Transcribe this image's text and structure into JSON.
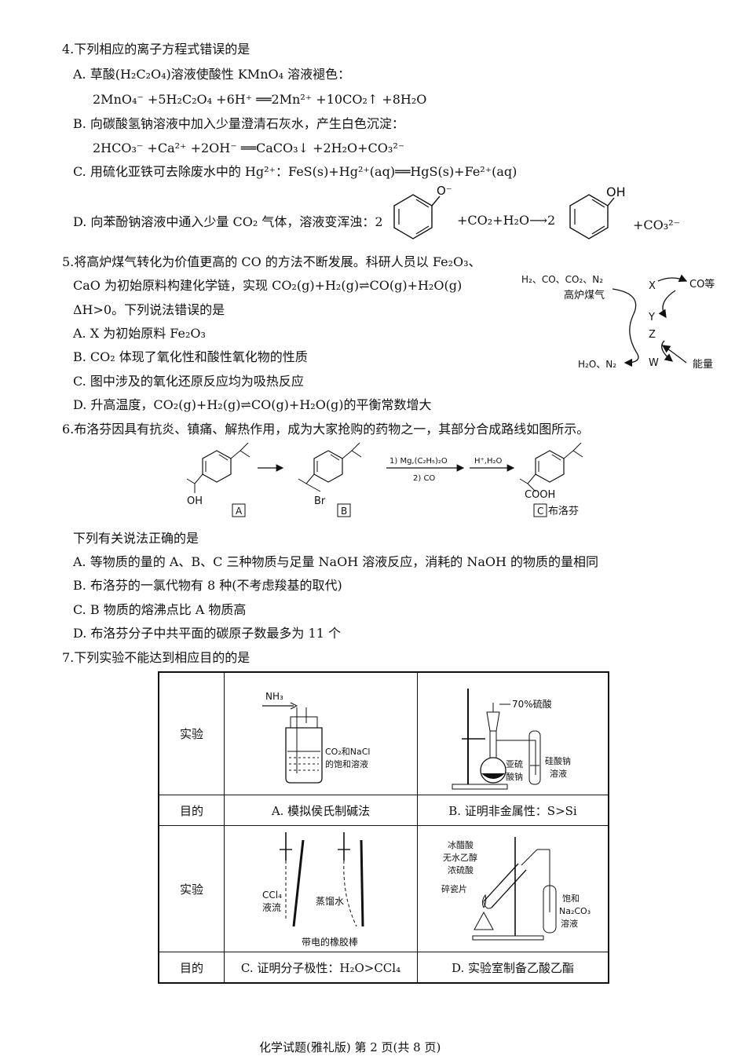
{
  "q4": {
    "stem": "4.下列相应的离子方程式错误的是",
    "a_line1": "A. 草酸(H₂C₂O₄)溶液使酸性 KMnO₄ 溶液褪色：",
    "a_line2": "2MnO₄⁻ +5H₂C₂O₄ +6H⁺ ══2Mn²⁺ +10CO₂↑ +8H₂O",
    "b_line1": "B. 向碳酸氢钠溶液中加入少量澄清石灰水，产生白色沉淀：",
    "b_line2": "2HCO₃⁻ +Ca²⁺ +2OH⁻ ══CaCO₃↓ +2H₂O+CO₃²⁻",
    "c_line": "C. 用硫化亚铁可去除废水中的 Hg²⁺：FeS(s)+Hg²⁺(aq)══HgS(s)+Fe²⁺(aq)",
    "d_text": "D. 向苯酚钠溶液中通入少量 CO₂ 气体，溶液变浑浊：2",
    "d_o": "O⁻",
    "d_mid": "+CO₂+H₂O⟶2",
    "d_oh": "OH",
    "d_end": "+CO₃²⁻"
  },
  "q5": {
    "stem1": "5.将高炉煤气转化为价值更高的 CO 的方法不断发展。科研人员以 Fe₂O₃、",
    "stem2": "CaO 为初始原料构建化学链，实现 CO₂(g)+H₂(g)⇌CO(g)+H₂O(g)",
    "stem3": "ΔH>0。下列说法错误的是",
    "a": "A. X 为初始原料 Fe₂O₃",
    "b": "B. CO₂ 体现了氧化性和酸性氧化物的性质",
    "c": "C. 图中涉及的氧化还原反应均为吸热反应",
    "d": "D. 升高温度，CO₂(g)+H₂(g)⇌CO(g)+H₂O(g)的平衡常数增大",
    "diagram": {
      "gas_in": "H₂、CO、CO₂、N₂",
      "gas_name": "高炉煤气",
      "out_top": "CO等",
      "out_bottom": "H₂O、N₂",
      "energy": "能量",
      "x": "X",
      "y": "Y",
      "z": "Z",
      "w": "W"
    }
  },
  "q6": {
    "stem": "6.布洛芬因具有抗炎、镇痛、解热作用，成为大家抢购的药物之一，其部分合成路线如图所示。",
    "scheme": {
      "oh": "OH",
      "br": "Br",
      "cooh": "COOH",
      "label_a": "A",
      "label_b": "B",
      "label_c": "C",
      "c_name": "布洛芬",
      "cond1_top": "1) Mg,(C₂H₅)₂O",
      "cond1_bot": "2) CO",
      "cond2": "H⁺,H₂O"
    },
    "ask": "下列有关说法正确的是",
    "a": "A. 等物质的量的 A、B、C 三种物质与足量 NaOH 溶液反应，消耗的 NaOH 的物质的量相同",
    "b": "B. 布洛芬的一氯代物有 8 种(不考虑羧基的取代)",
    "c": "C. B 物质的熔沸点比 A 物质高",
    "d": "D. 布洛芬分子中共平面的碳原子数最多为 11 个"
  },
  "q7": {
    "stem": "7.下列实验不能达到相应目的的是",
    "row_exp": "实验",
    "row_goal": "目的",
    "a_goal": "A. 模拟侯氏制碱法",
    "b_goal": "B. 证明非金属性：S>Si",
    "c_goal": "C. 证明分子极性：H₂O>CCl₄",
    "d_goal": "D. 实验室制备乙酸乙酯",
    "a_nh3": "NH₃",
    "a_sol1": "CO₂和NaCl",
    "a_sol2": "的饱和溶液",
    "b_acid": "70%硫酸",
    "b_s1": "亚硫",
    "b_s2": "酸钠",
    "b_t1": "硅酸钠",
    "b_t2": "溶液",
    "c_ccl4a": "CCl₄",
    "c_ccl4b": "液流",
    "c_water": "蒸馏水",
    "c_rod": "带电的橡胶棒",
    "d_r1": "冰醋酸",
    "d_r2": "无水乙醇",
    "d_r3": "浓硫酸",
    "d_chip": "碎瓷片",
    "d_t1": "饱和",
    "d_t2": "Na₂CO₃",
    "d_t3": "溶液"
  },
  "footer": "化学试题(雅礼版) 第 2 页(共 8 页)"
}
